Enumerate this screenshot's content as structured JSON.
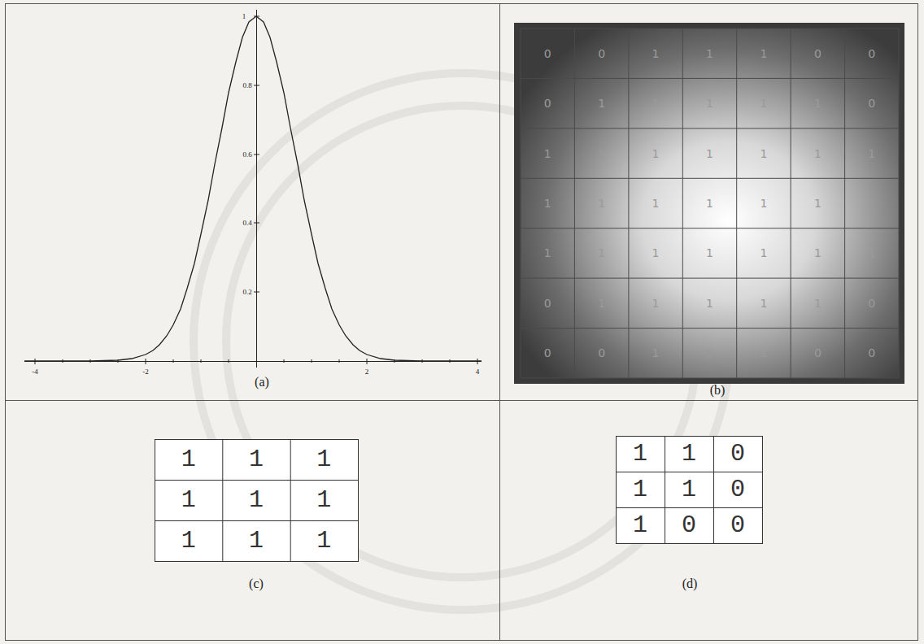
{
  "diagram": {
    "labels": [
      "1",
      "0.8",
      "0.6",
      "0.4",
      "0.2",
      "-4",
      "-2",
      "2",
      "4",
      "(a)",
      "0",
      "0",
      "1",
      "1",
      "1",
      "0",
      "0",
      "0",
      "1",
      "1",
      "1",
      "1",
      "1",
      "0",
      "1",
      "1",
      "1",
      "1",
      "1",
      "1",
      "1",
      "1",
      "1",
      "1",
      "1",
      "1",
      "1",
      "1",
      "1",
      "1",
      "1",
      "1",
      "1",
      "1",
      "1",
      "0",
      "1",
      "1",
      "1",
      "1",
      "1",
      "0",
      "0",
      "0",
      "1",
      "1",
      "1",
      "0",
      "0",
      "(b)",
      "1",
      "1",
      "1",
      "1",
      "1",
      "1",
      "1",
      "1",
      "1",
      "(c)",
      "1",
      "1",
      "0",
      "1",
      "1",
      "0",
      "1",
      "0",
      "0",
      "(d)"
    ]
  }
}
